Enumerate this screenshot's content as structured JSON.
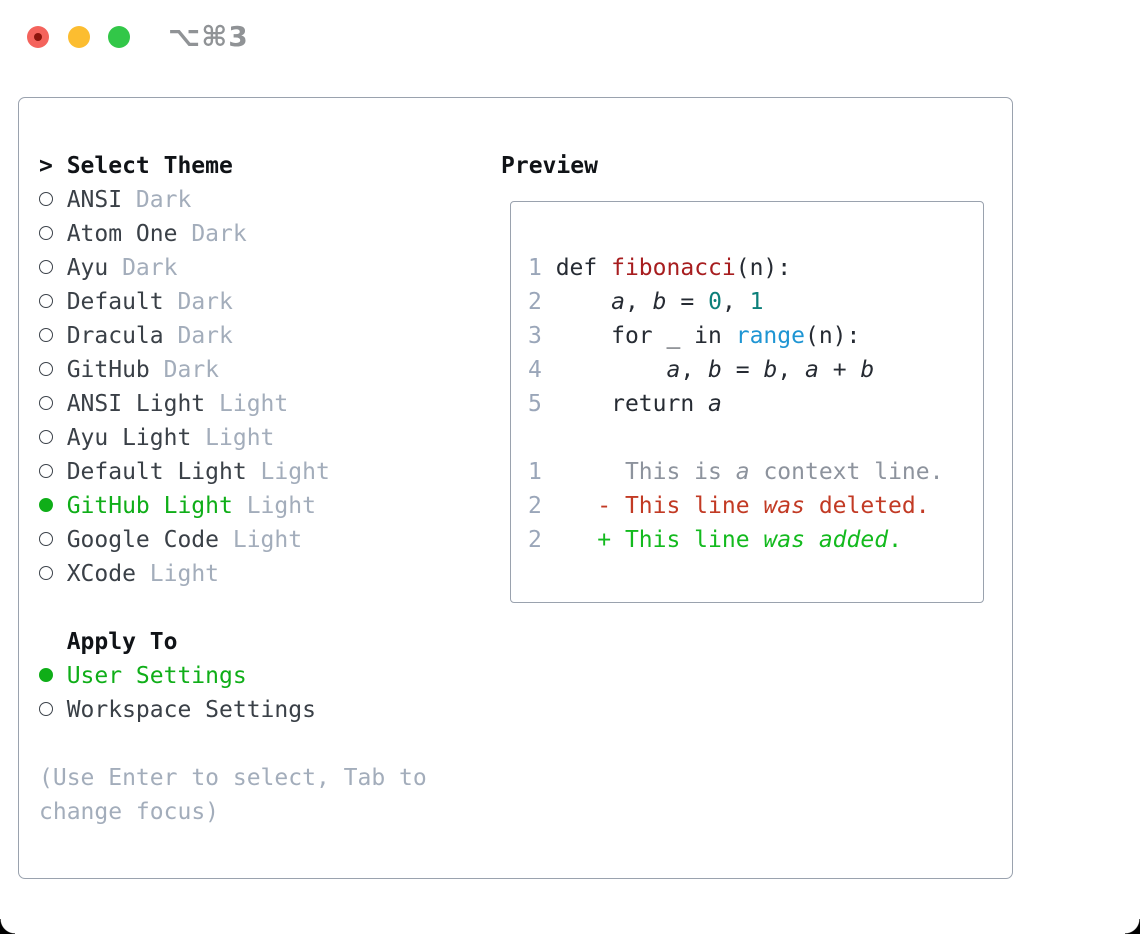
{
  "window": {
    "title": "⌥⌘3",
    "traffic_lights": {
      "close": "close",
      "minimize": "minimize",
      "zoom": "zoom",
      "close_has_unsaved_dot": true
    }
  },
  "colors": {
    "accent_green": "#0fae18",
    "added_green": "#13ba1e",
    "deleted_red": "#c23a24",
    "function_red": "#a71d1f",
    "number_teal": "#0c7f7a",
    "builtin_blue": "#1e95d3",
    "muted_gray": "#a3adbb",
    "line_number_gray": "#9aa6b9",
    "panel_border": "#9aa2ae",
    "traffic_red": "#f4635c",
    "traffic_yellow": "#fcbd30",
    "traffic_green": "#32c748"
  },
  "theme_picker": {
    "prompt": ">",
    "header": "Select Theme",
    "themes": [
      {
        "name": "ANSI",
        "variant": "Dark",
        "selected": false
      },
      {
        "name": "Atom One",
        "variant": "Dark",
        "selected": false
      },
      {
        "name": "Ayu",
        "variant": "Dark",
        "selected": false
      },
      {
        "name": "Default",
        "variant": "Dark",
        "selected": false
      },
      {
        "name": "Dracula",
        "variant": "Dark",
        "selected": false
      },
      {
        "name": "GitHub",
        "variant": "Dark",
        "selected": false
      },
      {
        "name": "ANSI Light",
        "variant": "Light",
        "selected": false
      },
      {
        "name": "Ayu Light",
        "variant": "Light",
        "selected": false
      },
      {
        "name": "Default Light",
        "variant": "Light",
        "selected": false
      },
      {
        "name": "GitHub Light",
        "variant": "Light",
        "selected": true
      },
      {
        "name": "Google Code",
        "variant": "Light",
        "selected": false
      },
      {
        "name": "XCode",
        "variant": "Light",
        "selected": false
      }
    ],
    "apply_to": {
      "header": "Apply To",
      "options": [
        {
          "label": "User Settings",
          "selected": true
        },
        {
          "label": "Workspace Settings",
          "selected": false
        }
      ]
    },
    "hint_lines": [
      "(Use Enter to select, Tab to",
      "change focus)"
    ]
  },
  "preview": {
    "header": "Preview",
    "lines": [
      [
        {
          "t": "1",
          "c": "ln"
        },
        {
          "t": " def ",
          "c": "code"
        },
        {
          "t": "fibonacci",
          "c": "fn"
        },
        {
          "t": "(n):",
          "c": "code"
        }
      ],
      [
        {
          "t": "2",
          "c": "ln"
        },
        {
          "t": "     ",
          "c": "code"
        },
        {
          "t": "a",
          "c": "var"
        },
        {
          "t": ", ",
          "c": "code"
        },
        {
          "t": "b",
          "c": "var"
        },
        {
          "t": " = ",
          "c": "code"
        },
        {
          "t": "0",
          "c": "numlit"
        },
        {
          "t": ", ",
          "c": "code"
        },
        {
          "t": "1",
          "c": "numlit"
        }
      ],
      [
        {
          "t": "3",
          "c": "ln"
        },
        {
          "t": "     for _ in ",
          "c": "code"
        },
        {
          "t": "range",
          "c": "bi"
        },
        {
          "t": "(n):",
          "c": "code"
        }
      ],
      [
        {
          "t": "4",
          "c": "ln"
        },
        {
          "t": "         ",
          "c": "code"
        },
        {
          "t": "a",
          "c": "var"
        },
        {
          "t": ", ",
          "c": "code"
        },
        {
          "t": "b",
          "c": "var"
        },
        {
          "t": " = ",
          "c": "code"
        },
        {
          "t": "b",
          "c": "var"
        },
        {
          "t": ", ",
          "c": "code"
        },
        {
          "t": "a",
          "c": "var"
        },
        {
          "t": " + ",
          "c": "code"
        },
        {
          "t": "b",
          "c": "var"
        }
      ],
      [
        {
          "t": "5",
          "c": "ln"
        },
        {
          "t": "     return ",
          "c": "code"
        },
        {
          "t": "a",
          "c": "var"
        }
      ],
      [],
      [
        {
          "t": "1",
          "c": "ln"
        },
        {
          "t": "      This is ",
          "c": "ctx"
        },
        {
          "t": "a",
          "c": "ctx i"
        },
        {
          "t": " context line.",
          "c": "ctx"
        }
      ],
      [
        {
          "t": "2",
          "c": "ln"
        },
        {
          "t": "    - This line ",
          "c": "del"
        },
        {
          "t": "was",
          "c": "del i"
        },
        {
          "t": " deleted.",
          "c": "del"
        }
      ],
      [
        {
          "t": "2",
          "c": "ln"
        },
        {
          "t": "    + This line ",
          "c": "add"
        },
        {
          "t": "was",
          "c": "add i"
        },
        {
          "t": " ",
          "c": "add"
        },
        {
          "t": "added",
          "c": "add i"
        },
        {
          "t": ".",
          "c": "add"
        }
      ]
    ]
  }
}
